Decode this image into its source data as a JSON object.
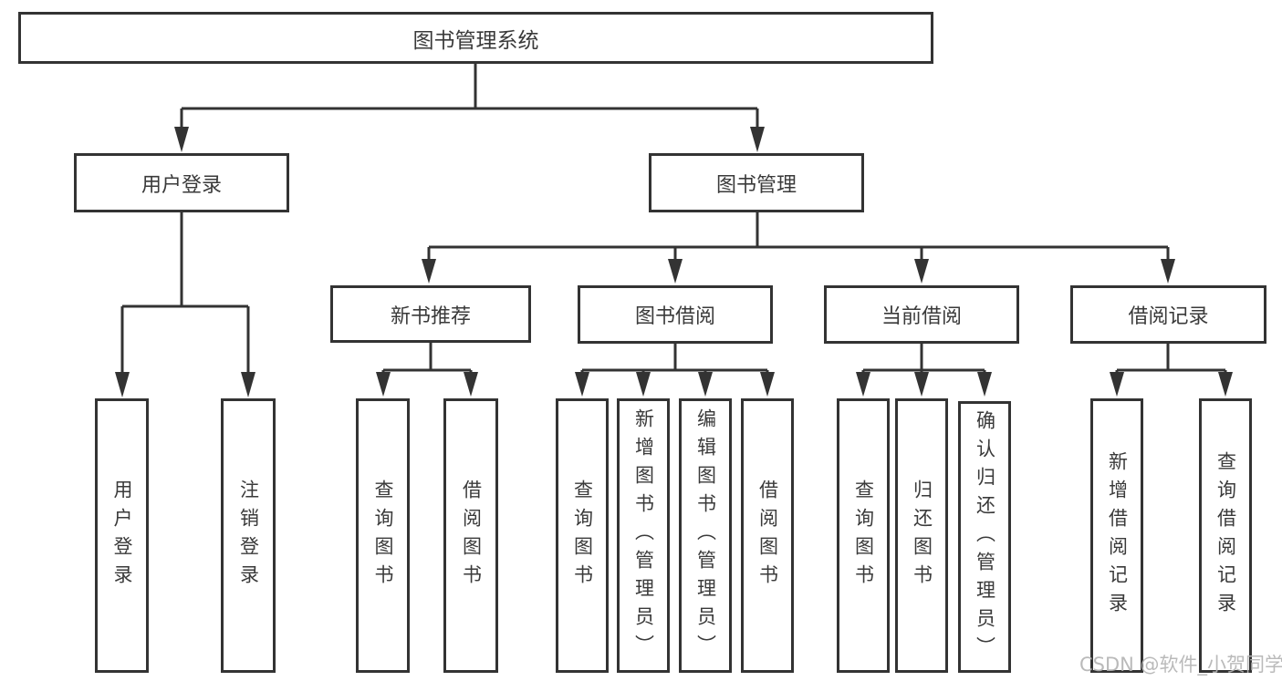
{
  "diagram": {
    "root": {
      "label": "图书管理系统"
    },
    "branches": {
      "user_login": {
        "label": "用户登录",
        "children": [
          "用户登录",
          "注销登录"
        ]
      },
      "book_mgmt": {
        "label": "图书管理"
      }
    },
    "sections": {
      "new_books": {
        "label": "新书推荐",
        "children": [
          "查询图书",
          "借阅图书"
        ]
      },
      "book_borrow": {
        "label": "图书借阅",
        "children": [
          "查询图书",
          "新增图书（管理员）",
          "编辑图书（管理员）",
          "借阅图书"
        ]
      },
      "current_borrow": {
        "label": "当前借阅",
        "children": [
          "查询图书",
          "归还图书",
          "确认归还（管理员）"
        ]
      },
      "borrow_records": {
        "label": "借阅记录",
        "children": [
          "新增借阅记录",
          "查询借阅记录"
        ]
      }
    }
  },
  "watermark": {
    "text": "CSDN @软件_小贺同学"
  },
  "colors": {
    "line": "#333333",
    "box_border": "#333333",
    "text": "#3a3a3a",
    "background": "#ffffff",
    "watermark": "#b5b5b5"
  }
}
